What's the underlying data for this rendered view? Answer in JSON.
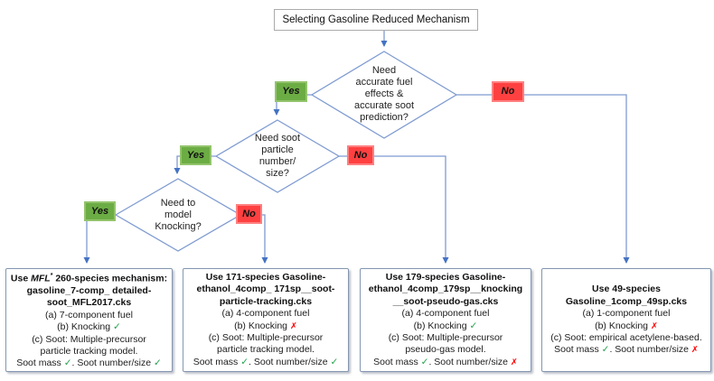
{
  "start": {
    "title": "Selecting Gasoline Reduced Mechanism"
  },
  "decisions": [
    {
      "id": "fuel-effects-and-soot-prediction",
      "question": "Need\naccurate fuel\neffects &\naccurate soot\nprediction?",
      "yes_label": "Yes",
      "no_label": "No"
    },
    {
      "id": "soot-particle-number-size",
      "question": "Need soot\nparticle\nnumber/\nsize?",
      "yes_label": "Yes",
      "no_label": "No"
    },
    {
      "id": "model-knocking",
      "question": "Need to\nmodel\nKnocking?",
      "yes_label": "Yes",
      "no_label": "No"
    }
  ],
  "icons": {
    "check": "✓",
    "cross": "✗"
  },
  "colors": {
    "connector_blue": "#7F9BD1",
    "arrow_blue": "#4472C4",
    "yes_green": "#6CAC44",
    "no_red": "#FF4040",
    "check_green": "#22A14C",
    "cross_red": "#FF0000"
  },
  "result_boxes": [
    {
      "id": "mfl-260-species-mechanism",
      "title_parts": [
        {
          "t": "Use "
        },
        {
          "t": "MFL",
          "s": "italic"
        },
        {
          "t": "*",
          "s": "sup"
        },
        {
          "t": " 260-species mechanism:"
        },
        {
          "s": "br"
        },
        {
          "t": "gasoline_7-comp_ detailed-"
        },
        {
          "s": "br"
        },
        {
          "t": "soot_MFL2017.cks"
        }
      ],
      "lines": [
        [
          {
            "t": "(a) 7-component fuel"
          }
        ],
        [
          {
            "t": "(b) Knocking "
          },
          {
            "s": "check"
          }
        ],
        [
          {
            "t": "(c) Soot: Multiple-precursor"
          },
          {
            "s": "br"
          },
          {
            "t": "particle tracking model."
          }
        ],
        [
          {
            "t": "Soot mass "
          },
          {
            "s": "check"
          },
          {
            "t": ". Soot number/size "
          },
          {
            "s": "check"
          }
        ]
      ]
    },
    {
      "id": "gasoline-ethanol-4comp-171sp",
      "title_parts": [
        {
          "t": "Use 171-species Gasoline-"
        },
        {
          "s": "br"
        },
        {
          "t": "ethanol_4comp_ 171sp__soot-"
        },
        {
          "s": "br"
        },
        {
          "t": "particle-tracking.cks"
        }
      ],
      "lines": [
        [
          {
            "t": "(a) 4-component fuel"
          }
        ],
        [
          {
            "t": "(b) Knocking "
          },
          {
            "s": "cross"
          }
        ],
        [
          {
            "t": "(c) Soot: Multiple-precursor"
          },
          {
            "s": "br"
          },
          {
            "t": "particle tracking model."
          }
        ],
        [
          {
            "t": "Soot mass "
          },
          {
            "s": "check"
          },
          {
            "t": ". Soot number/size "
          },
          {
            "s": "check"
          }
        ]
      ]
    },
    {
      "id": "gasoline-ethanol-4comp-179sp-knocking",
      "title_parts": [
        {
          "t": "Use 179-species Gasoline-"
        },
        {
          "s": "br"
        },
        {
          "t": "ethanol_4comp_179sp__knocking"
        },
        {
          "s": "br"
        },
        {
          "t": "__soot-pseudo-gas.cks"
        }
      ],
      "lines": [
        [
          {
            "t": "(a) 4-component fuel"
          }
        ],
        [
          {
            "t": "(b) Knocking "
          },
          {
            "s": "check"
          }
        ],
        [
          {
            "t": "(c) Soot: Multiple-precursor"
          },
          {
            "s": "br"
          },
          {
            "t": "pseudo-gas model."
          }
        ],
        [
          {
            "t": "Soot mass "
          },
          {
            "s": "check"
          },
          {
            "t": ". Soot number/size "
          },
          {
            "s": "cross"
          }
        ]
      ]
    },
    {
      "id": "gasoline-1comp-49sp",
      "title_parts": [
        {
          "t": "Use 49-species"
        },
        {
          "s": "br"
        },
        {
          "t": "Gasoline_1comp_49sp.cks"
        }
      ],
      "lines": [
        [
          {
            "t": "(a) 1-component fuel"
          }
        ],
        [
          {
            "t": "(b) Knocking "
          },
          {
            "s": "cross"
          }
        ],
        [
          {
            "t": "(c) Soot: empirical acetylene-based."
          }
        ],
        [
          {
            "t": "Soot mass "
          },
          {
            "s": "check"
          },
          {
            "t": ". Soot number/size "
          },
          {
            "s": "cross"
          }
        ]
      ]
    }
  ]
}
